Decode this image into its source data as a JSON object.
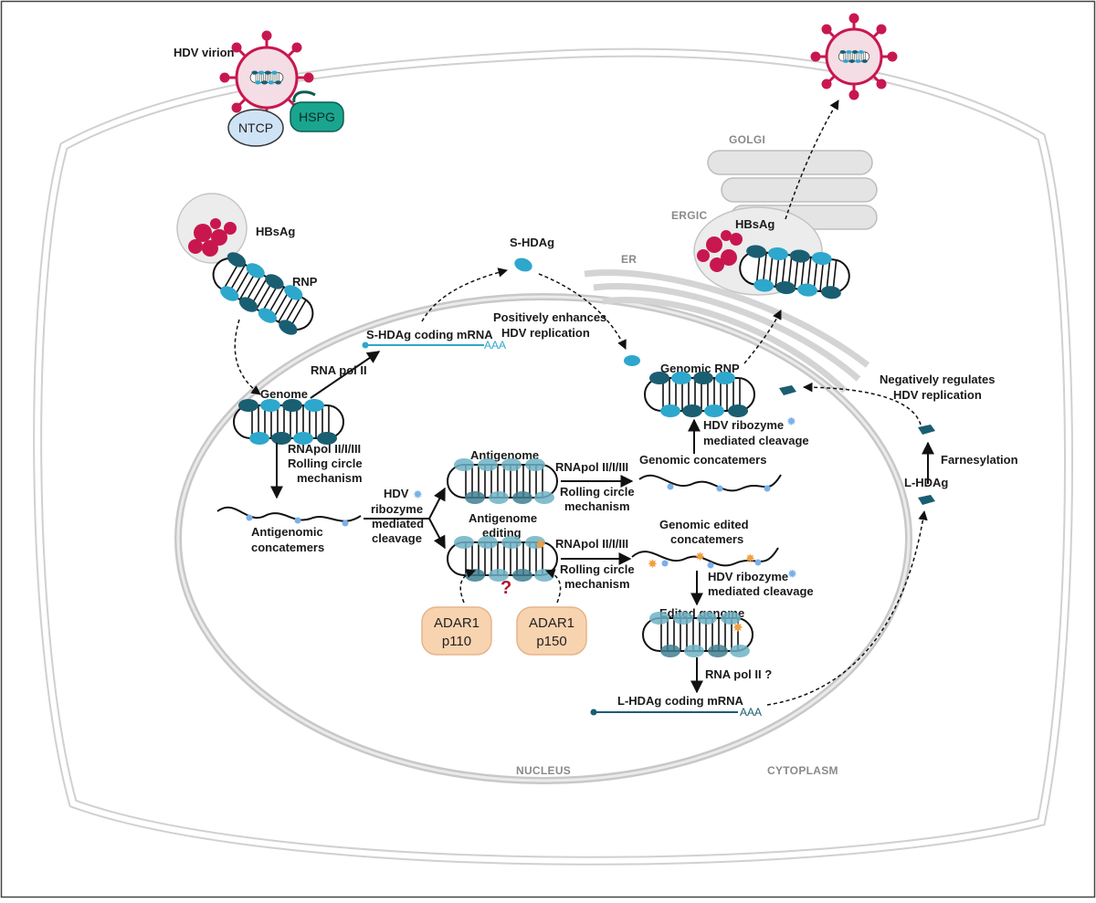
{
  "labels": {
    "hdv_virion": "HDV virion",
    "ntcp": "NTCP",
    "hspg": "HSPG",
    "hbsag_entry": "HBsAg",
    "rnp": "RNP",
    "s_hdag": "S-HDAg",
    "er": "ER",
    "golgi": "GOLGI",
    "ergic": "ERGIC",
    "hbsag_exit": "HBsAg",
    "s_hdag_mrna": "S-HDAg coding mRNA",
    "aaa_s": "AAA",
    "pos_enh_1": "Positively enhances",
    "pos_enh_2": "HDV replication",
    "genomic_rnp": "Genomic RNP",
    "neg_reg_1": "Negatively regulates",
    "neg_reg_2": "HDV replication",
    "rna_pol_ii": "RNA pol II",
    "genome": "Genome",
    "rnapol_1a": "RNApol II/I/III",
    "rnapol_1b": "Rolling circle",
    "rnapol_1c": "mechanism",
    "antigenomic_1": "Antigenomic",
    "antigenomic_2": "concatemers",
    "hdv_rib_1": "HDV",
    "hdv_rib_2": "ribozyme",
    "hdv_rib_3": "mediated",
    "hdv_rib_4": "cleavage",
    "antigenome": "Antigenome",
    "rnapol_2a": "RNApol II/I/III",
    "rnapol_2b": "Rolling circle",
    "rnapol_2c": "mechanism",
    "genomic_concat": "Genomic  concatemers",
    "hdv_rib_cleave_1": "HDV ribozyme",
    "hdv_rib_cleave_2": "mediated cleavage",
    "farnesylation": "Farnesylation",
    "l_hdag": "L-HDAg",
    "ag_edit_1": "Antigenome",
    "ag_edit_2": "editing",
    "rnapol_3a": "RNApol II/I/III",
    "rnapol_3b": "Rolling circle",
    "rnapol_3c": "mechanism",
    "gen_edit_1": "Genomic edited",
    "gen_edit_2": "concatemers",
    "hdv_rib_cleave_3": "HDV ribozyme",
    "hdv_rib_cleave_4": "mediated cleavage",
    "question": "?",
    "adar1_a1": "ADAR1",
    "adar1_a2": "p110",
    "adar1_b1": "ADAR1",
    "adar1_b2": "p150",
    "edited_genome": "Edited genome",
    "rna_pol_ii_q": "RNA pol II ?",
    "l_hdag_mrna": "L-HDAg coding mRNA",
    "aaa_l": "AAA",
    "nucleus": "NUCLEUS",
    "cytoplasm": "CYTOPLASM"
  },
  "colors": {
    "virion_red": "#c8174f",
    "dark_teal": "#1a5e72",
    "light_teal": "#2ea7cc",
    "hspg_teal": "#1aa58f",
    "ntcp_blue": "#cfe3f7",
    "adar_fill": "#f8d3b0",
    "membrane_gray": "#cfcfcf",
    "question_red": "#b3122a",
    "ribozyme_blue": "#7ab0e8",
    "edit_orange": "#f0a040"
  }
}
